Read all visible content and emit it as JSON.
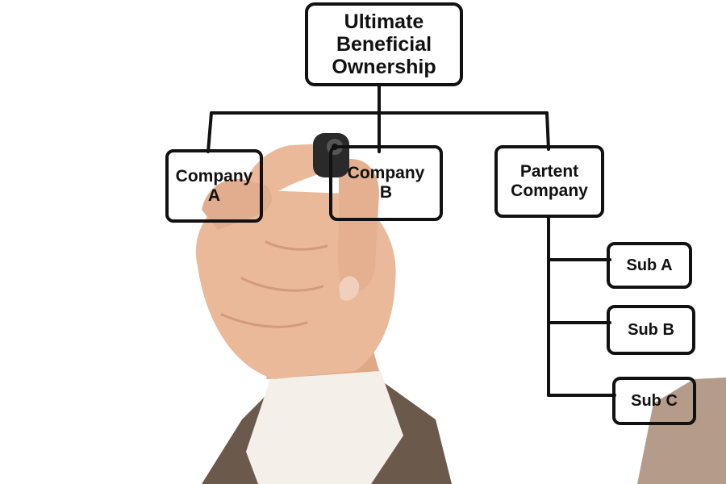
{
  "diagram": {
    "root": {
      "lines": [
        "Ultimate",
        "Beneficial",
        "Ownership"
      ]
    },
    "children": [
      {
        "id": "company-a",
        "lines": [
          "Company",
          "A"
        ]
      },
      {
        "id": "company-b",
        "lines": [
          "Company",
          "B"
        ]
      },
      {
        "id": "parent-company",
        "lines": [
          "Partent",
          "Company"
        ]
      }
    ],
    "subsidiaries": [
      {
        "id": "sub-a",
        "label": "Sub A"
      },
      {
        "id": "sub-b",
        "label": "Sub B"
      },
      {
        "id": "sub-c",
        "label": "Sub C"
      }
    ]
  },
  "colors": {
    "ink": "#111111",
    "skin": "#e9b99a",
    "skin_shadow": "#c98f6f",
    "suit": "#6b5a4c",
    "shirt": "#f4efe9",
    "marker": "#2a2a2a"
  }
}
